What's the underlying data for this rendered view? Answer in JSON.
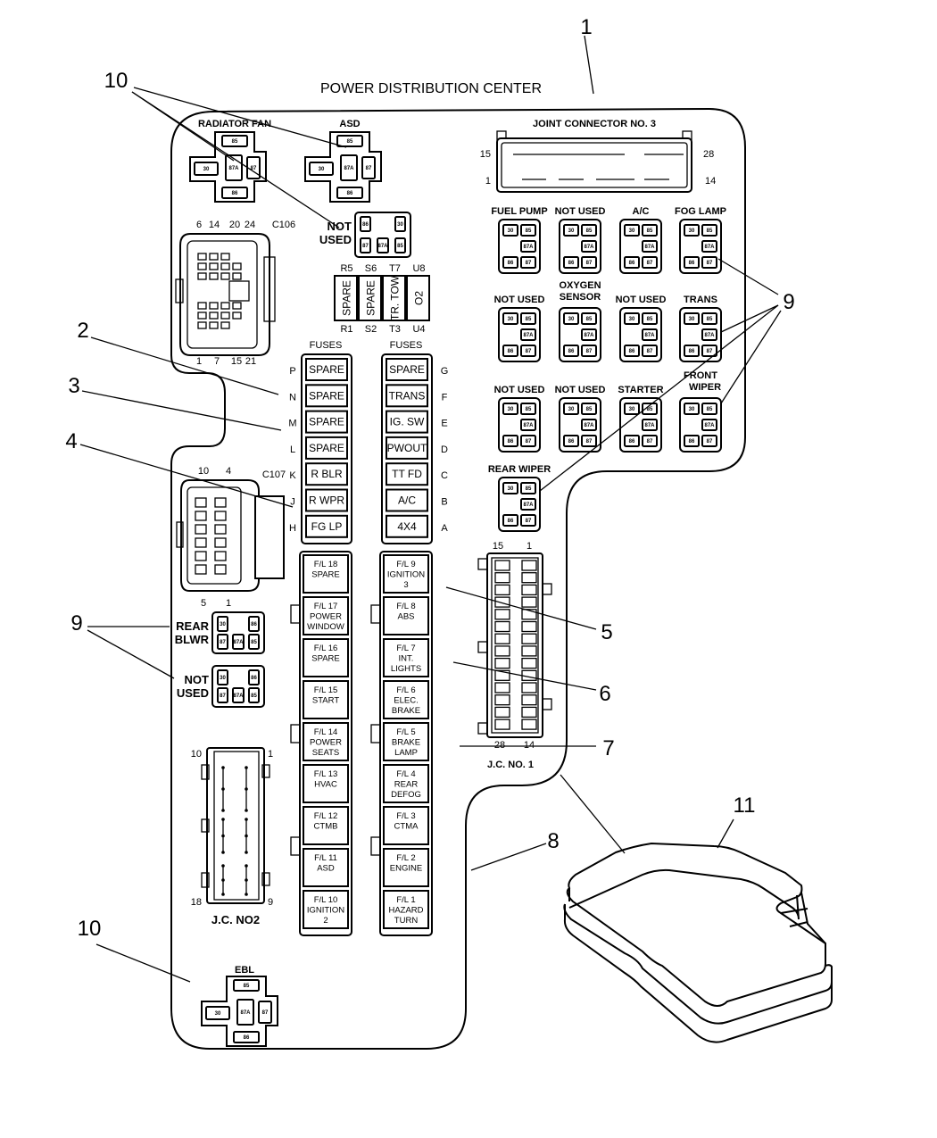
{
  "title": "POWER DISTRIBUTION CENTER",
  "callouts": [
    "1",
    "2",
    "3",
    "4",
    "5",
    "6",
    "7",
    "8",
    "9",
    "10",
    "11"
  ],
  "relays_large": [
    {
      "label": "RADIATOR FAN",
      "pins": [
        "85",
        "30",
        "87A",
        "87",
        "86"
      ]
    },
    {
      "label": "ASD",
      "pins": [
        "85",
        "30",
        "87A",
        "87",
        "86"
      ]
    },
    {
      "label": "EBL",
      "pins": [
        "85",
        "30",
        "87A",
        "87",
        "86"
      ]
    }
  ],
  "joint_connector_3": {
    "label": "JOINT CONNECTOR NO. 3",
    "pin_labels": [
      "15",
      "28",
      "1",
      "14"
    ]
  },
  "micro_relays": [
    {
      "label": "FUEL PUMP",
      "pins": [
        "30",
        "85",
        "87A",
        "86",
        "87"
      ]
    },
    {
      "label": "NOT USED",
      "pins": [
        "30",
        "85",
        "87A",
        "86",
        "87"
      ]
    },
    {
      "label": "A/C",
      "pins": [
        "30",
        "85",
        "87A",
        "86",
        "87"
      ]
    },
    {
      "label": "FOG LAMP",
      "pins": [
        "30",
        "85",
        "87A",
        "86",
        "87"
      ]
    },
    {
      "label": "NOT USED",
      "pins": [
        "30",
        "85",
        "87A",
        "86",
        "87"
      ]
    },
    {
      "label": "OXYGEN SENSOR",
      "pins": [
        "30",
        "85",
        "87A",
        "86",
        "87"
      ]
    },
    {
      "label": "NOT USED",
      "pins": [
        "30",
        "85",
        "87A",
        "86",
        "87"
      ]
    },
    {
      "label": "TRANS",
      "pins": [
        "30",
        "85",
        "87A",
        "86",
        "87"
      ]
    },
    {
      "label": "NOT USED",
      "pins": [
        "30",
        "85",
        "87A",
        "86",
        "87"
      ]
    },
    {
      "label": "NOT USED",
      "pins": [
        "30",
        "85",
        "87A",
        "86",
        "87"
      ]
    },
    {
      "label": "STARTER",
      "pins": [
        "30",
        "85",
        "87A",
        "86",
        "87"
      ]
    },
    {
      "label": "FRONT WIPER",
      "pins": [
        "30",
        "85",
        "87A",
        "86",
        "87"
      ]
    },
    {
      "label": "REAR WIPER",
      "pins": [
        "30",
        "85",
        "87A",
        "86",
        "87"
      ]
    }
  ],
  "small_relays": [
    {
      "label": "NOT USED",
      "pins": [
        "86",
        "30",
        "87",
        "87A",
        "85"
      ]
    },
    {
      "label": "REAR BLWR",
      "pins": [
        "30",
        "86",
        "87",
        "87A",
        "85"
      ]
    },
    {
      "label": "NOT USED",
      "pins": [
        "30",
        "86",
        "87",
        "87A",
        "85"
      ]
    }
  ],
  "c106": {
    "label": "C106",
    "top_pins": [
      "6",
      "14",
      "20",
      "24"
    ],
    "bottom_pins": [
      "1",
      "7",
      "15",
      "21"
    ]
  },
  "c107": {
    "label": "C107",
    "top_pins": [
      "10",
      "4"
    ],
    "bottom_pins": [
      "5",
      "1"
    ]
  },
  "cartridge_fuses": {
    "top": [
      "R5",
      "S6",
      "T7",
      "U8"
    ],
    "bottom": [
      "R1",
      "S2",
      "T3",
      "U4"
    ],
    "labels": [
      "SPARE",
      "SPARE",
      "TR. TOW",
      "O2"
    ]
  },
  "fuses_left": {
    "header": "FUSES",
    "items": [
      {
        "pos": "P",
        "label": "SPARE"
      },
      {
        "pos": "N",
        "label": "SPARE"
      },
      {
        "pos": "M",
        "label": "SPARE"
      },
      {
        "pos": "L",
        "label": "SPARE"
      },
      {
        "pos": "K",
        "label": "R BLR"
      },
      {
        "pos": "J",
        "label": "R WPR"
      },
      {
        "pos": "H",
        "label": "FG LP"
      }
    ]
  },
  "fuses_right": {
    "header": "FUSES",
    "items": [
      {
        "pos": "G",
        "label": "SPARE"
      },
      {
        "pos": "F",
        "label": "TRANS"
      },
      {
        "pos": "E",
        "label": "IG. SW"
      },
      {
        "pos": "D",
        "label": "PWOUT"
      },
      {
        "pos": "C",
        "label": "TT FD"
      },
      {
        "pos": "B",
        "label": "A/C"
      },
      {
        "pos": "A",
        "label": "4X4"
      }
    ]
  },
  "fusible_links_left": [
    [
      "F/L 18",
      "SPARE"
    ],
    [
      "F/L 17",
      "POWER",
      "WINDOW"
    ],
    [
      "F/L 16",
      "SPARE"
    ],
    [
      "F/L 15",
      "START"
    ],
    [
      "F/L 14",
      "POWER",
      "SEATS"
    ],
    [
      "F/L 13",
      "HVAC"
    ],
    [
      "F/L 12",
      "CTMB"
    ],
    [
      "F/L 11",
      "ASD"
    ],
    [
      "F/L 10",
      "IGNITION",
      "2"
    ]
  ],
  "fusible_links_right": [
    [
      "F/L 9",
      "IGNITION",
      "3"
    ],
    [
      "F/L 8",
      "ABS"
    ],
    [
      "F/L 7",
      "INT.",
      "LIGHTS"
    ],
    [
      "F/L 6",
      "ELEC.",
      "BRAKE"
    ],
    [
      "F/L 5",
      "BRAKE",
      "LAMP"
    ],
    [
      "F/L 4",
      "REAR",
      "DEFOG"
    ],
    [
      "F/L 3",
      "CTMA"
    ],
    [
      "F/L 2",
      "ENGINE"
    ],
    [
      "F/L 1",
      "HAZARD",
      "TURN"
    ]
  ],
  "jc1": {
    "label": "J.C. NO. 1",
    "pin_labels": [
      "15",
      "1",
      "28",
      "14"
    ]
  },
  "jc2": {
    "label": "J.C. NO2",
    "pin_labels": [
      "10",
      "1",
      "18",
      "9"
    ]
  }
}
